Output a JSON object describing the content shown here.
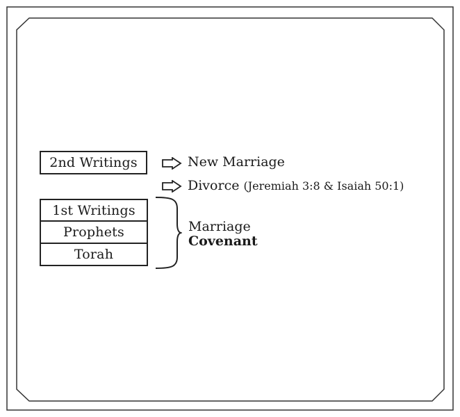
{
  "top_box": "2nd Writings",
  "stack": [
    {
      "label": "1st Writings"
    },
    {
      "label": "Prophets"
    },
    {
      "label": "Torah"
    }
  ],
  "arrows": [
    {
      "label": "New Marriage",
      "note": ""
    },
    {
      "label": "Divorce",
      "note": "(Jeremiah 3:8 & Isaiah 50:1)"
    }
  ],
  "brace_label": {
    "line1": "Marriage",
    "line2": "Covenant"
  },
  "icons": {
    "arrow": "hollow-arrow-icon",
    "brace": "right-curly-brace-icon"
  }
}
